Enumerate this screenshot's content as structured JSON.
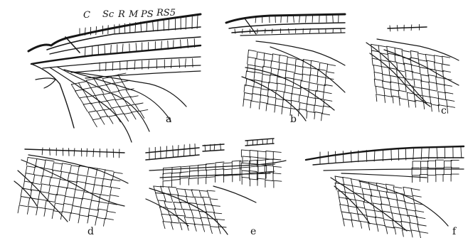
{
  "panels": [
    {
      "id": "a",
      "label": "a"
    },
    {
      "id": "b",
      "label": "b"
    },
    {
      "id": "c",
      "label": "c"
    },
    {
      "id": "d",
      "label": "d"
    },
    {
      "id": "e",
      "label": "e"
    },
    {
      "id": "f",
      "label": "f"
    }
  ],
  "vein_labels": [
    "C",
    "Sc",
    "R",
    "M",
    "PS",
    "RS5"
  ],
  "ink_color": "#161616"
}
